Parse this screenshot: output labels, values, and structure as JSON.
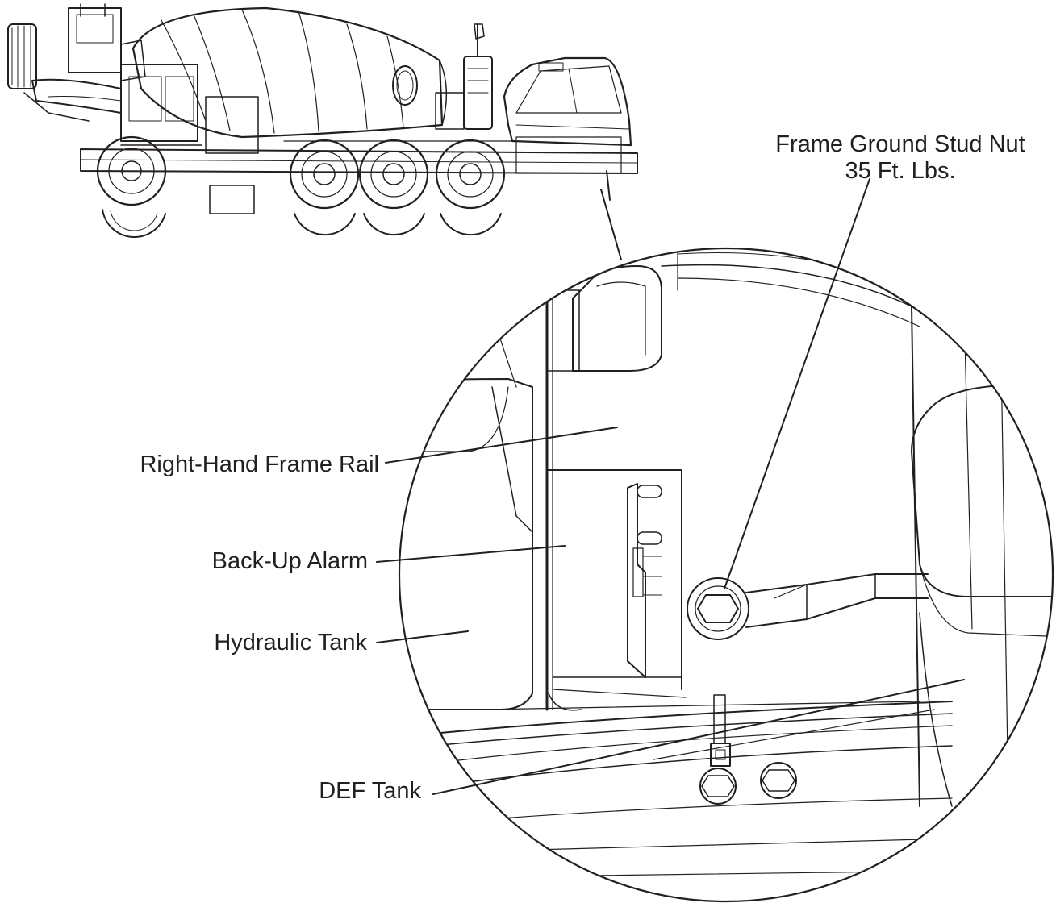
{
  "callouts": {
    "frame_ground_stud_nut": {
      "line1": "Frame Ground Stud Nut",
      "line2": "35 Ft. Lbs."
    },
    "right_hand_frame_rail": "Right-Hand Frame Rail",
    "back_up_alarm": "Back-Up Alarm",
    "hydraulic_tank": "Hydraulic Tank",
    "def_tank": "DEF Tank"
  },
  "colors": {
    "line": "#231f20",
    "background": "#ffffff"
  }
}
